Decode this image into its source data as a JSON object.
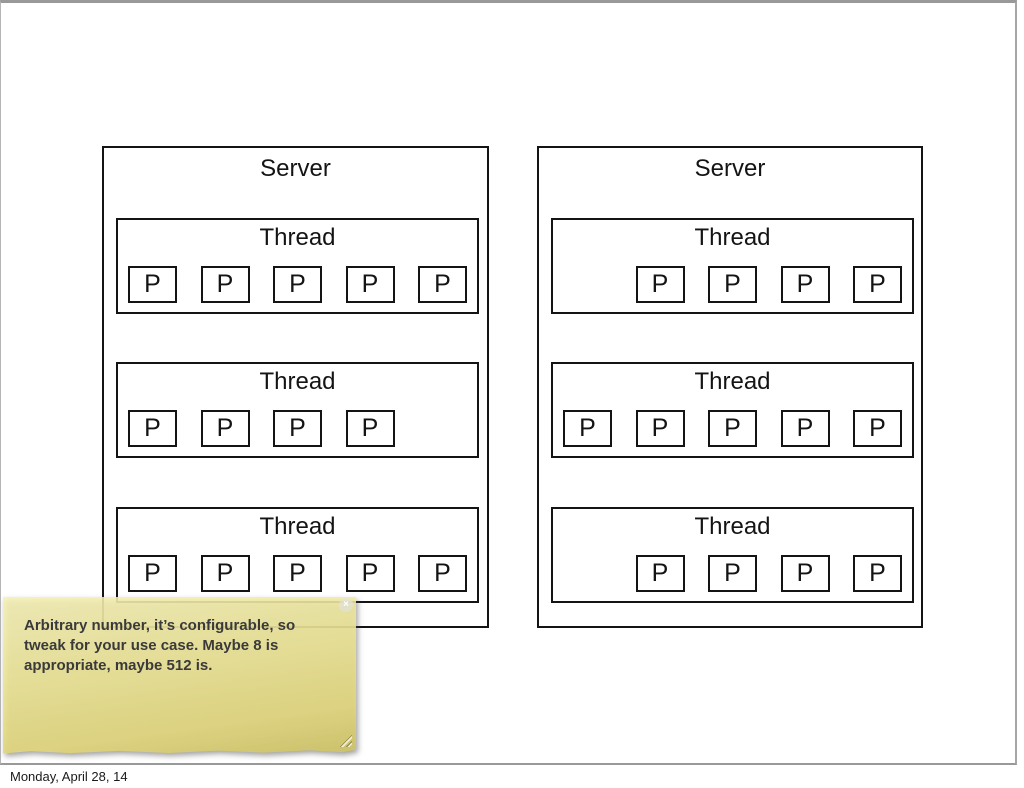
{
  "slide": {
    "servers": [
      {
        "title": "Server",
        "threads": [
          {
            "title": "Thread",
            "slots": [
              "P",
              "P",
              "P",
              "P",
              "P"
            ]
          },
          {
            "title": "Thread",
            "slots": [
              "P",
              "P",
              "P",
              "P",
              null
            ]
          },
          {
            "title": "Thread",
            "slots": [
              "P",
              "P",
              "P",
              "P",
              "P"
            ]
          }
        ]
      },
      {
        "title": "Server",
        "threads": [
          {
            "title": "Thread",
            "slots": [
              null,
              "P",
              "P",
              "P",
              "P"
            ]
          },
          {
            "title": "Thread",
            "slots": [
              "P",
              "P",
              "P",
              "P",
              "P"
            ]
          },
          {
            "title": "Thread",
            "slots": [
              null,
              "P",
              "P",
              "P",
              "P"
            ]
          }
        ]
      }
    ],
    "note": {
      "text": "Arbitrary number, it’s configurable, so tweak for your use case. Maybe 8 is appropriate, maybe 512 is.",
      "close_glyph": "×"
    },
    "footer": "Monday, April 28, 14"
  },
  "colors": {
    "box_border": "#141414",
    "frame_gray": "#999999",
    "note_yellow_top": "#f6f1b6",
    "note_yellow_bottom": "#cec27a",
    "note_text": "#3a3a3a"
  }
}
